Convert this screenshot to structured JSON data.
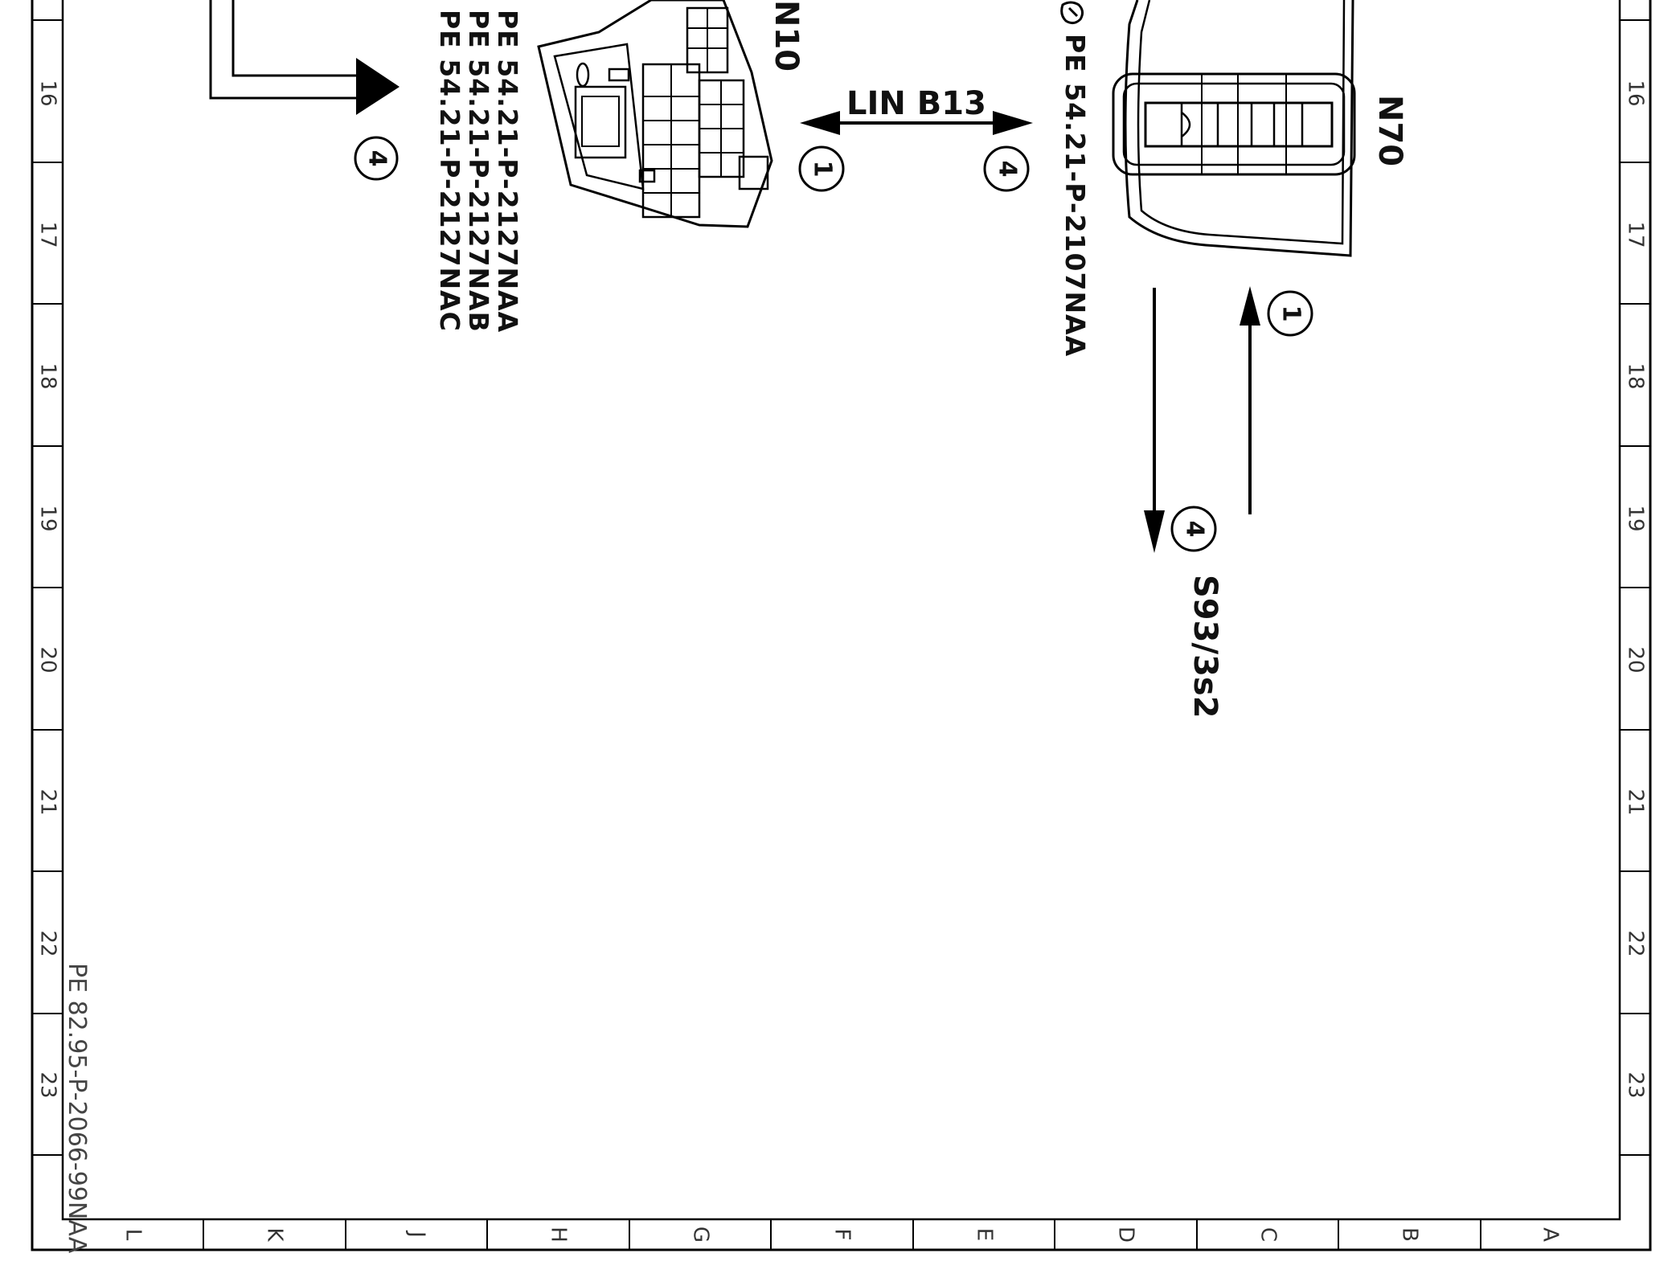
{
  "frame": {
    "row_numbers": [
      "16",
      "17",
      "18",
      "19",
      "20",
      "21",
      "22",
      "23"
    ],
    "column_letters": [
      "L",
      "K",
      "J",
      "H",
      "G",
      "F",
      "E",
      "D",
      "C",
      "B",
      "A"
    ]
  },
  "components": {
    "n10": {
      "label": "N10"
    },
    "n70": {
      "label": "N70"
    }
  },
  "references": {
    "n10_refs": [
      "PE 54.21-P-2127NAA",
      "PE 54.21-P-2127NAB",
      "PE 54.21-P-2127NAC"
    ],
    "n70_ref": "PE 54.21-P-2107NAA",
    "drawing_id": "PE 82.95-P-2066-99NAA"
  },
  "signals": {
    "bus_label": "LIN B13",
    "switch_label": "S93/3s2"
  },
  "markers": {
    "one": "1",
    "four": "4"
  },
  "colors": {
    "line": "#000000",
    "background": "#ffffff"
  }
}
